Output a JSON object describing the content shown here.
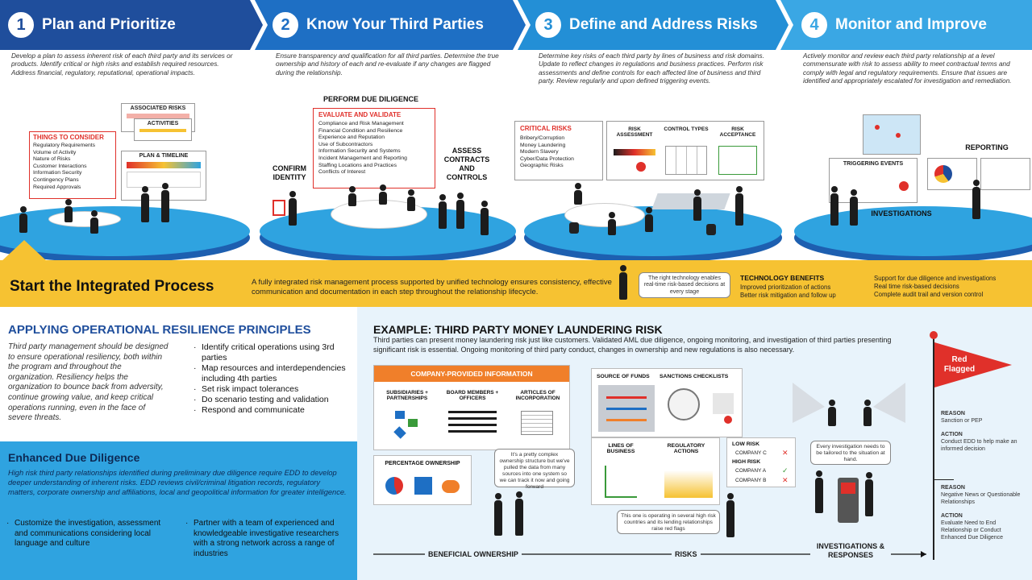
{
  "steps": [
    {
      "num": "1",
      "title": "Plan and Prioritize",
      "color": "#1f4e9c",
      "desc": "Develop a plan to assess inherent risk of each third party and its services or products. Identify critical or high risks and establish required resources. Address financial, regulatory, reputational, operational impacts."
    },
    {
      "num": "2",
      "title": "Know Your Third Parties",
      "color": "#1e6fc4",
      "desc": "Ensure transparency and qualification for all third parties. Determine the true ownership and history of each and re-evaluate if any changes are flagged during the relationship."
    },
    {
      "num": "3",
      "title": "Define and Address Risks",
      "color": "#238fd6",
      "desc": "Determine key risks of each third party by lines of business and risk domains. Update to reflect changes in regulations and business practices. Perform risk assessments and define controls for each affected line of business and third party. Review regularly and upon defined triggering events."
    },
    {
      "num": "4",
      "title": "Monitor and Improve",
      "color": "#3aa7e4",
      "desc": "Actively monitor and review each third party relationship at a level commensurate with risk to assess ability to meet contractual terms and comply with legal and regulatory requirements. Ensure that issues are identified and appropriately escalated for investigation and remediation."
    }
  ],
  "panel1": {
    "associated_risks": "ASSOCIATED RISKS",
    "activities": "ACTIVITIES",
    "plan_timeline": "PLAN & TIMELINE",
    "things_title": "THINGS TO CONSIDER",
    "things": [
      "Regulatory Requirements",
      "Volume of Activity",
      "Nature of Risks",
      "Customer Interactions",
      "Information Security",
      "Contingency Plans",
      "Required Approvals"
    ]
  },
  "panel2": {
    "perform_dd": "PERFORM DUE DILIGENCE",
    "eval_title": "EVALUATE AND VALIDATE",
    "eval_items": [
      "Compliance and Risk Management",
      "Financial Condition and Resilience",
      "Experience and Reputation",
      "Use of Subcontractors",
      "Information Security and Systems",
      "Incident Management and Reporting",
      "Staffing Locations and Practices",
      "Conflicts of Interest"
    ],
    "confirm_identity": "CONFIRM IDENTITY",
    "assess_contracts": "ASSESS CONTRACTS AND CONTROLS"
  },
  "panel3": {
    "critical_title": "CRITICAL RISKS",
    "critical_items": [
      "Bribery/Corruption",
      "Money Laundering",
      "Modern Slavery",
      "Cyber/Data Protection",
      "Geographic Risks"
    ],
    "risk_assessment": "RISK ASSESSMENT",
    "control_types": "CONTROL TYPES",
    "risk_acceptance": "RISK ACCEPTANCE"
  },
  "panel4": {
    "triggering_events": "TRIGGERING EVENTS",
    "reporting": "REPORTING",
    "investigations": "INVESTIGATIONS"
  },
  "band": {
    "title": "Start the Integrated Process",
    "text": "A fully integrated risk management process supported by unified technology ensures consistency, effective communication and documentation in each step throughout the relationship lifecycle.",
    "bubble": "The right technology enables real-time risk-based decisions at every stage",
    "tech_title": "TECHNOLOGY BENEFITS",
    "tech_left": [
      "Improved prioritization of actions",
      "Better risk mitigation and follow up"
    ],
    "tech_right": [
      "Support for due diligence and investigations",
      "Real time risk-based decisions",
      "Complete audit trail and version control"
    ]
  },
  "resilience": {
    "title": "APPLYING OPERATIONAL RESILIENCE PRINCIPLES",
    "intro": "Third party management should be designed to ensure operational resiliency, both within the program and throughout the organization. Resiliency helps the organization to bounce back from adversity, continue growing value, and keep critical operations running, even in the face of severe threats.",
    "bullets": [
      "Identify critical operations using 3rd parties",
      "Map resources and interdependencies including 4th parties",
      "Set risk impact tolerances",
      "Do scenario testing and validation",
      "Respond and communicate"
    ]
  },
  "edd": {
    "title": "Enhanced Due Diligence",
    "intro": "High risk third party relationships identified during preliminary due diligence require EDD to develop deeper understanding of inherent risks. EDD reviews civil/criminal litigation records, regulatory matters, corporate ownership and affiliations, local and geopolitical information for greater intelligence.",
    "left_bullet": "Customize the investigation, assessment and communications considering local language and culture",
    "right_bullet": "Partner with a team of experienced and knowledgeable investigative researchers with a strong network across a range of industries"
  },
  "example": {
    "title": "EXAMPLE: THIRD PARTY MONEY LAUNDERING RISK",
    "intro": "Third parties can present money laundering risk just like customers. Validated AML due diligence, ongoing monitoring, and investigation of third parties presenting significant risk is essential. Ongoing monitoring of third party conduct, changes in ownership and new regulations is also necessary.",
    "company_info": "COMPANY-PROVIDED INFORMATION",
    "subsidiaries": "SUBSIDIARIES + PARTNERSHIPS",
    "board": "BOARD MEMBERS + OFFICERS",
    "articles": "ARTICLES OF INCORPORATION",
    "percentage": "PERCENTAGE OWNERSHIP",
    "bubble1": "It's a pretty complex ownership structure but we've pulled the data from many sources into one system so we can track it now and going forward",
    "source_funds": "SOURCE OF FUNDS",
    "sanctions": "SANCTIONS CHECKLISTS",
    "lines_business": "LINES OF BUSINESS",
    "regulatory_actions": "REGULATORY ACTIONS",
    "low_risk": "LOW RISK",
    "high_risk": "HIGH RISK",
    "company_c": "COMPANY C",
    "company_a": "COMPANY A",
    "company_b": "COMPANY B",
    "bubble2": "This one is operating in several high risk countries and its lending relationships raise red flags",
    "bubble3": "Every investigation needs to be tailored to the situation at hand.",
    "flow_beneficial": "BENEFICIAL OWNERSHIP",
    "flow_risks": "RISKS",
    "flow_investigations": "INVESTIGATIONS & RESPONSES",
    "red_flagged": "Red Flagged",
    "reason_label": "REASON",
    "action_label": "ACTION",
    "reason1": "Sanction or PEP",
    "action1": "Conduct EDD to help make an informed decision",
    "reason2": "Negative News or Questionable Relationships",
    "action2": "Evaluate Need to End Relationship or Conduct Enhanced Due Diligence"
  },
  "colors": {
    "navy": "#1f4e9c",
    "blue": "#2fa3e0",
    "yellow": "#f6c232",
    "red": "#e0302a",
    "light": "#e8f3fb"
  }
}
